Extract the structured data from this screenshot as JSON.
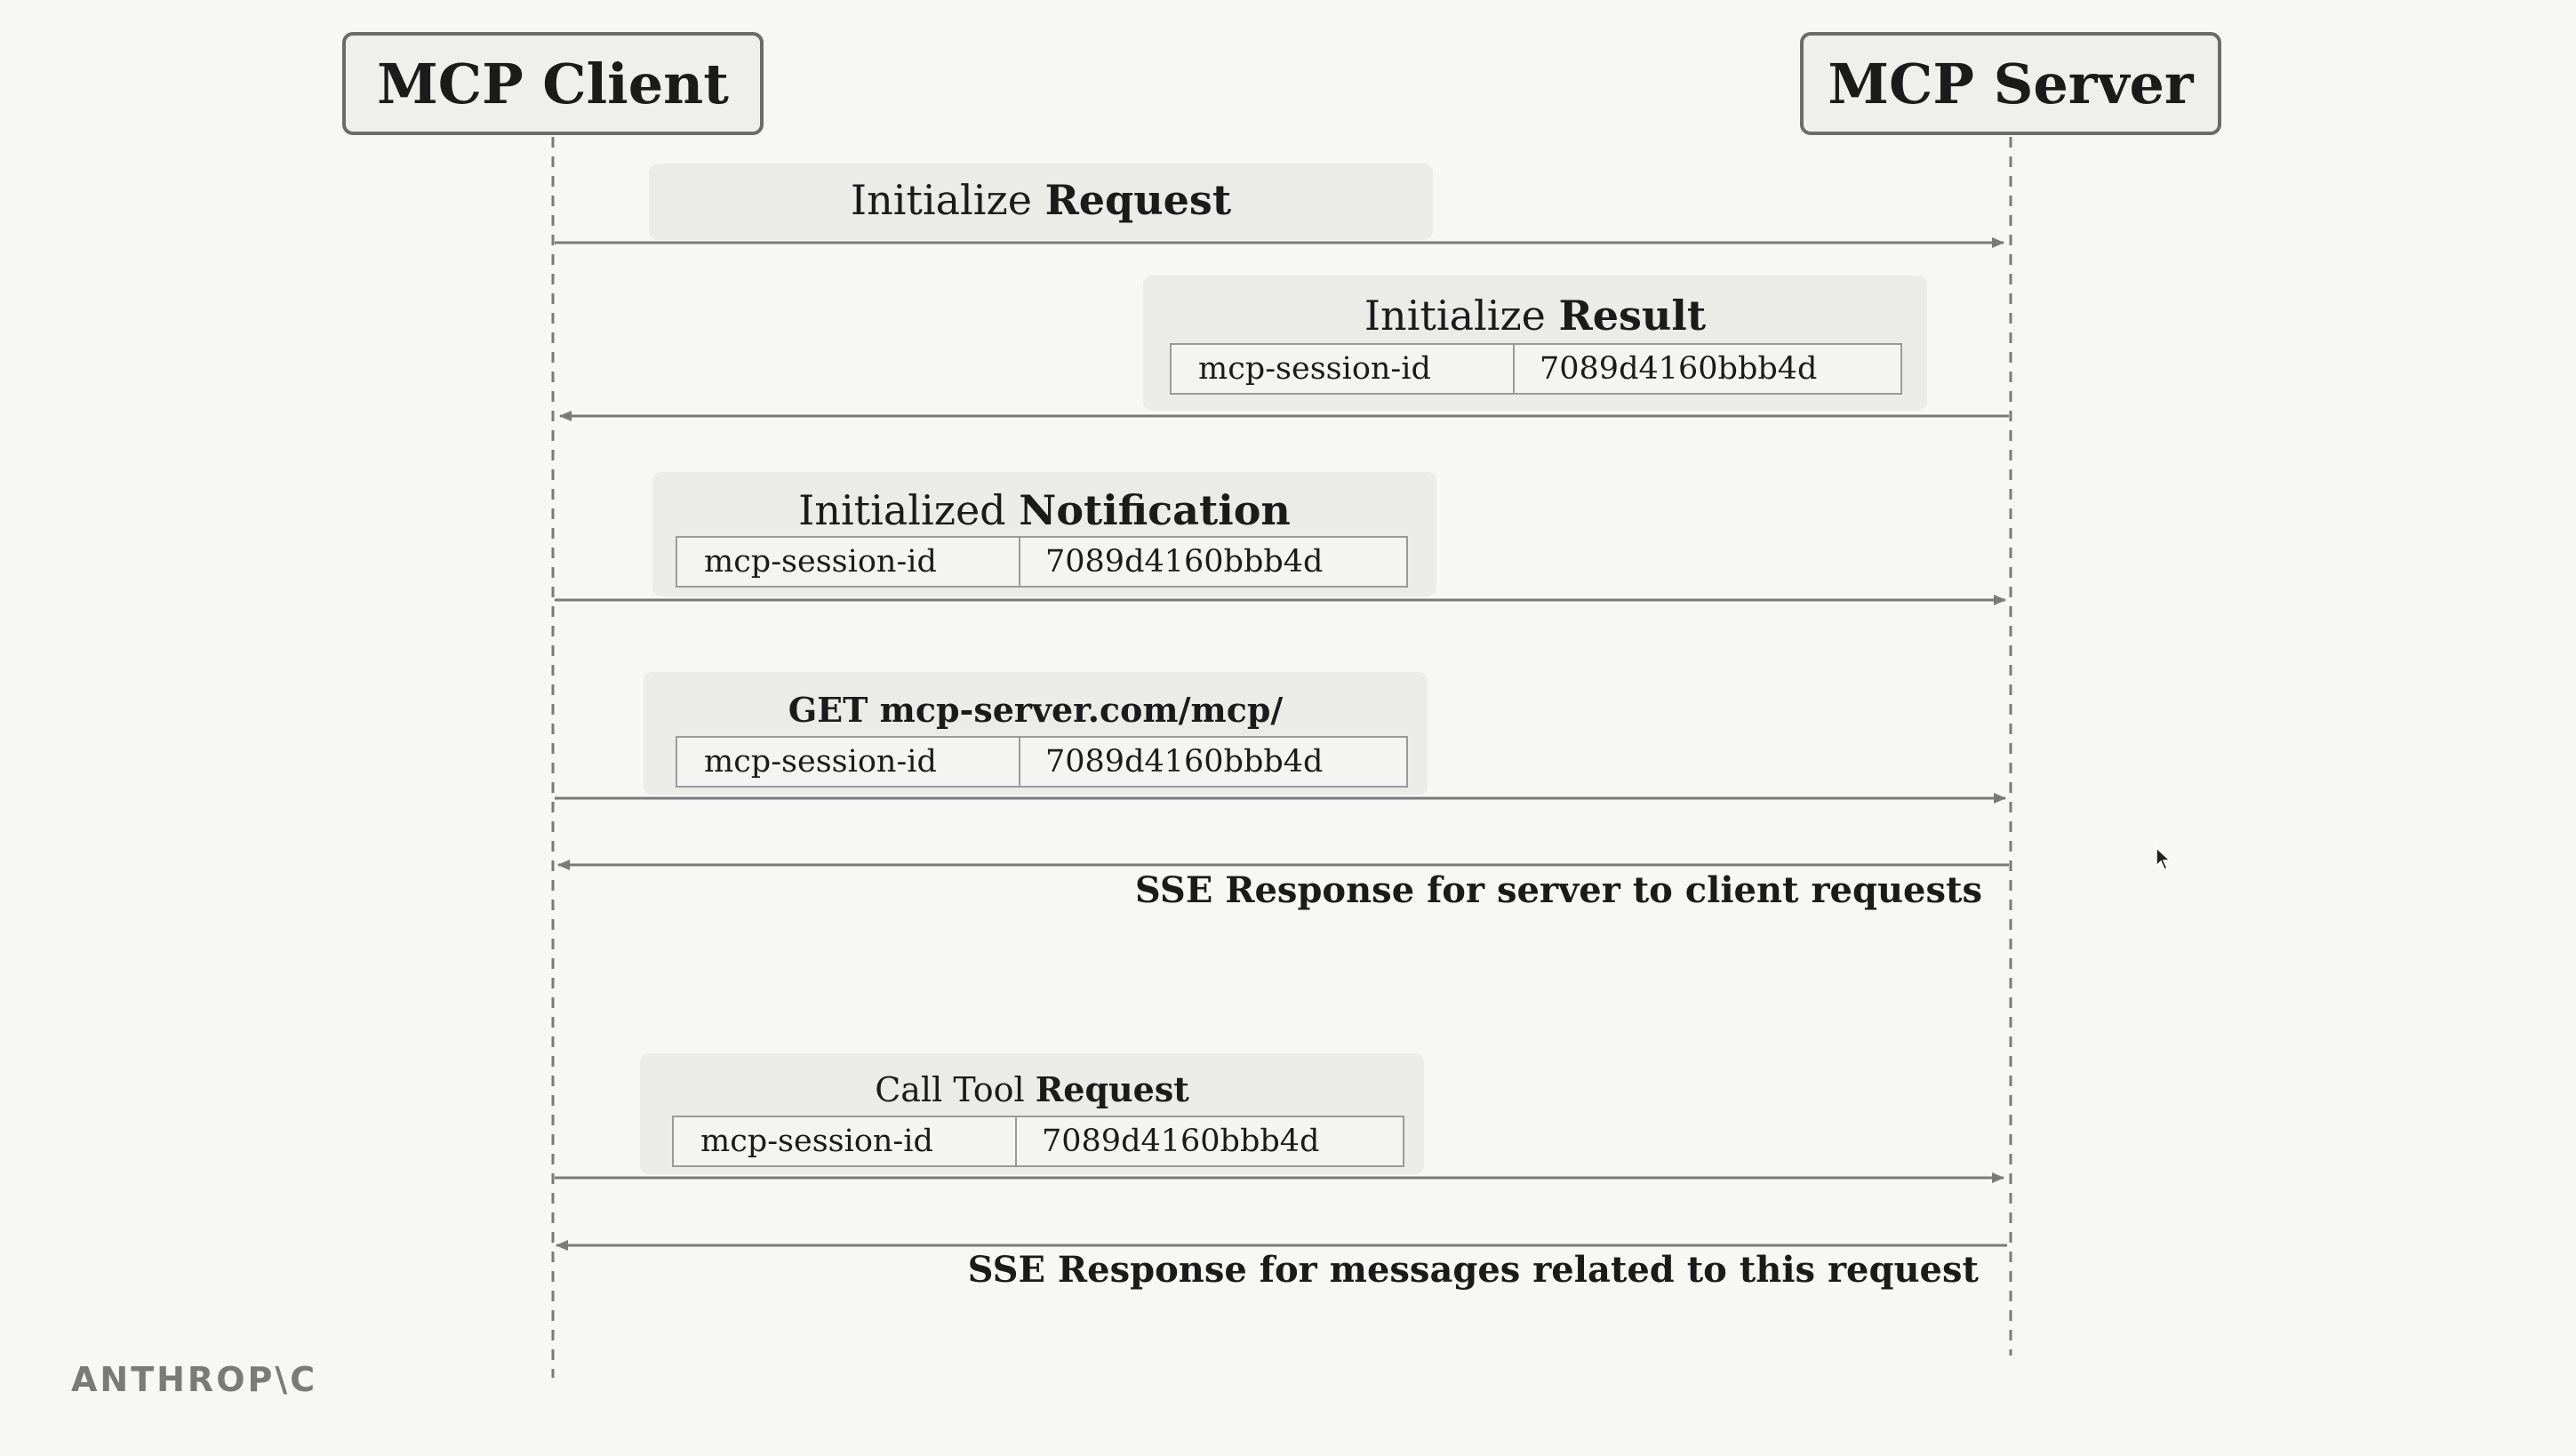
{
  "participants": {
    "client": "MCP Client",
    "server": "MCP Server"
  },
  "messages": [
    {
      "title_plain": "Initialize ",
      "title_bold": "Request"
    },
    {
      "title_plain": "Initialize ",
      "title_bold": "Result",
      "key": "mcp-session-id",
      "value": "7089d4160bbb4d"
    },
    {
      "title_plain": "Initialized ",
      "title_bold": "Notification",
      "key": "mcp-session-id",
      "value": "7089d4160bbb4d"
    },
    {
      "title_plain": "",
      "title_bold": "GET mcp-server.com/mcp/",
      "key": "mcp-session-id",
      "value": "7089d4160bbb4d"
    },
    {
      "caption": "SSE Response for server to client requests"
    },
    {
      "title_plain": "Call Tool ",
      "title_bold": "Request",
      "key": "mcp-session-id",
      "value": "7089d4160bbb4d"
    },
    {
      "caption": "SSE Response for messages related to this request"
    }
  ],
  "logo": "ANTHROP\\C",
  "colors": {
    "background": "#f7f8f5",
    "card": "#ebebe8",
    "line": "#7a7a7a"
  }
}
